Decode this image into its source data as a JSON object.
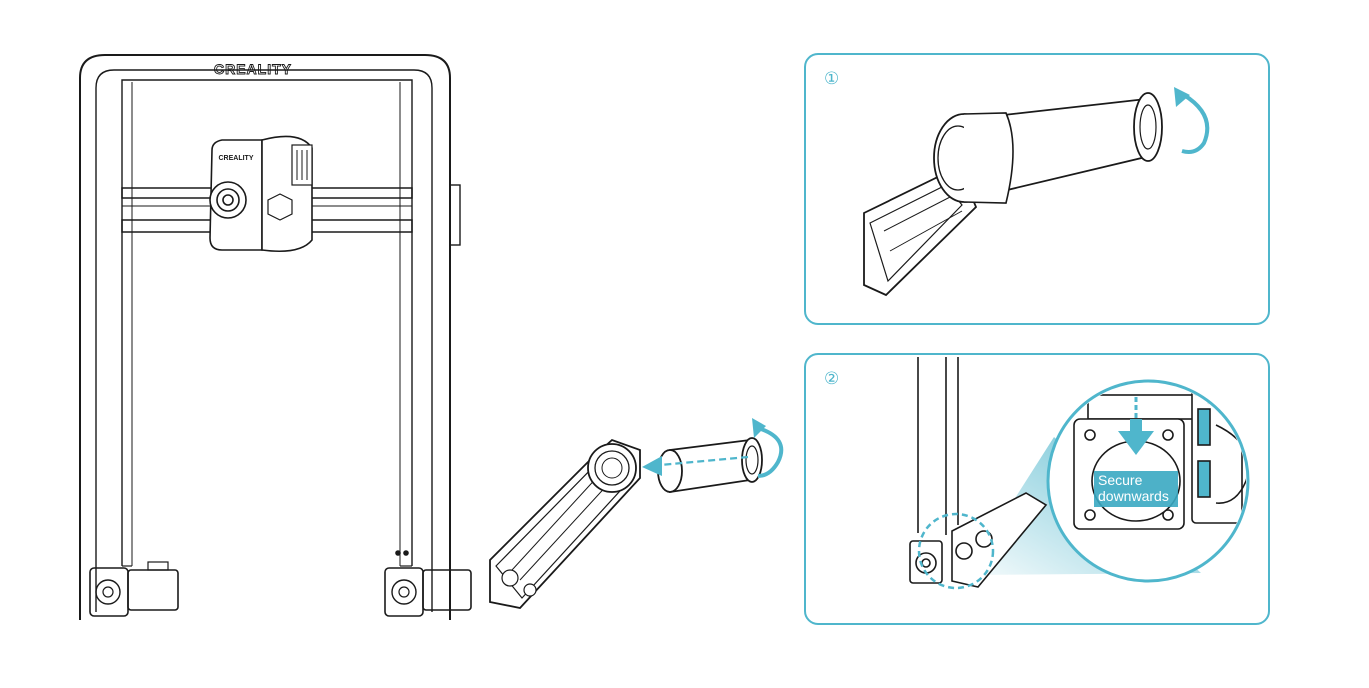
{
  "printer": {
    "brand_label": "CREALITY",
    "head_label": "CREALITY"
  },
  "steps": [
    {
      "marker": "①"
    },
    {
      "marker": "②"
    }
  ],
  "callout": {
    "text_line1": "Secure",
    "text_line2": "downwards"
  },
  "colors": {
    "accent": "#4fb6cc",
    "outline": "#1a1a1a",
    "callout_fill": "#3aa9c2"
  }
}
